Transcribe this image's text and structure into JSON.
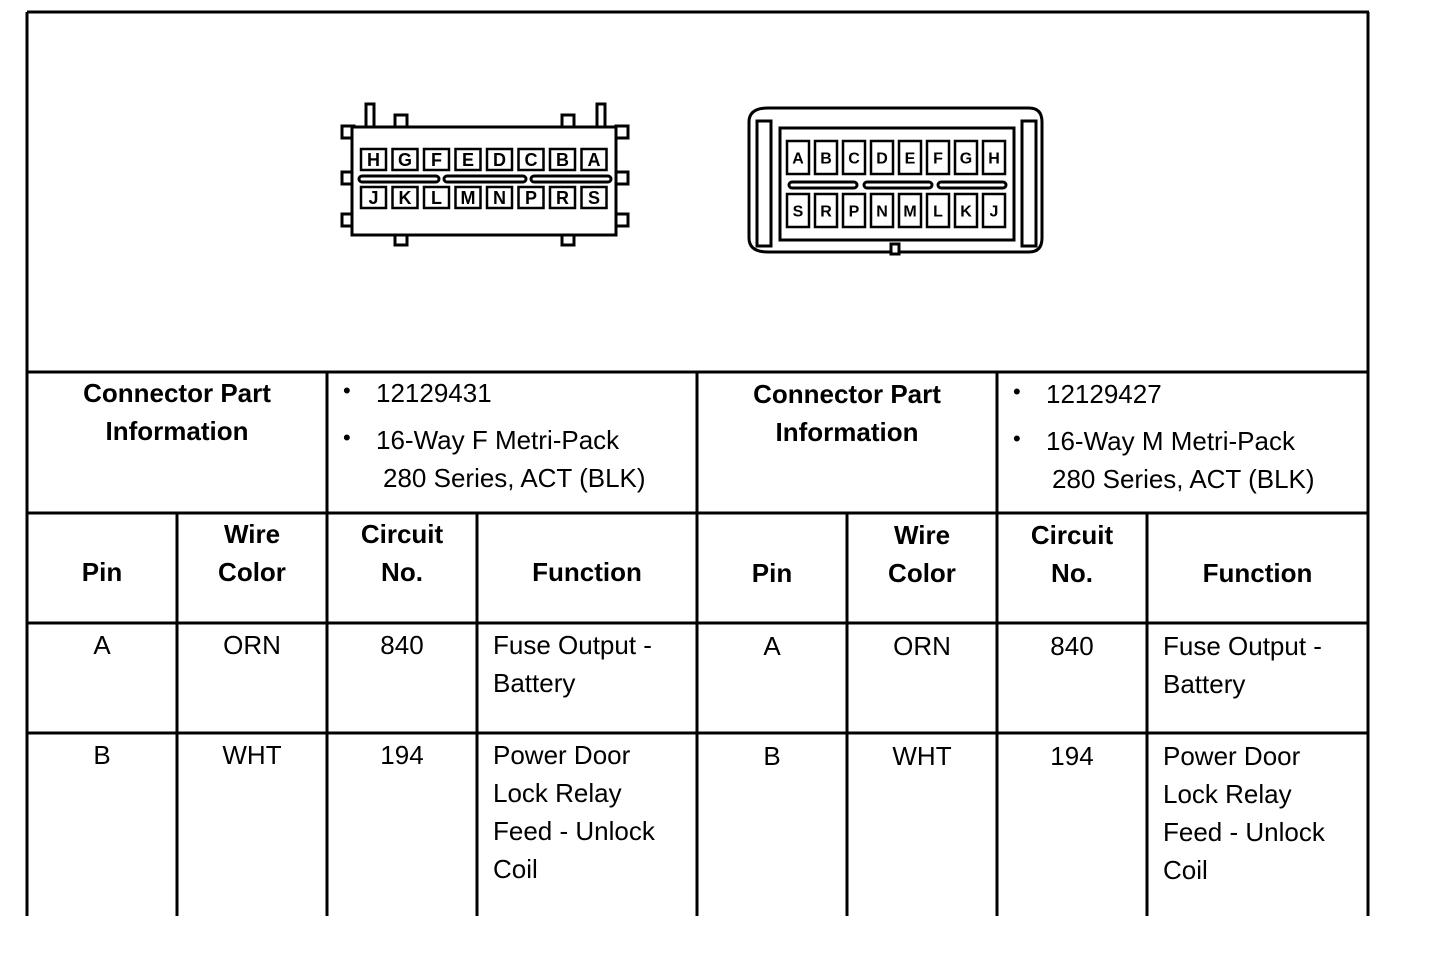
{
  "connectors": [
    {
      "pins_top": [
        "H",
        "G",
        "F",
        "E",
        "D",
        "C",
        "B",
        "A"
      ],
      "pins_bottom": [
        "J",
        "K",
        "L",
        "M",
        "N",
        "P",
        "R",
        "S"
      ],
      "info_label": [
        "Connector Part",
        "Information"
      ],
      "part_number": "12129431",
      "description": [
        "16-Way F Metri-Pack",
        "280 Series, ACT (BLK)"
      ],
      "columns": {
        "pin": "Pin",
        "wire_color": [
          "Wire",
          "Color"
        ],
        "circuit": [
          "Circuit",
          "No."
        ],
        "function": "Function"
      },
      "rows": [
        {
          "pin": "A",
          "wire_color": "ORN",
          "circuit": "840",
          "function": [
            "Fuse Output -",
            "Battery"
          ]
        },
        {
          "pin": "B",
          "wire_color": "WHT",
          "circuit": "194",
          "function": [
            "Power Door",
            "Lock Relay",
            "Feed - Unlock",
            "Coil"
          ]
        }
      ]
    },
    {
      "pins_top": [
        "A",
        "B",
        "C",
        "D",
        "E",
        "F",
        "G",
        "H"
      ],
      "pins_bottom": [
        "S",
        "R",
        "P",
        "N",
        "M",
        "L",
        "K",
        "J"
      ],
      "info_label": [
        "Connector Part",
        "Information"
      ],
      "part_number": "12129427",
      "description": [
        "16-Way M Metri-Pack",
        "280 Series, ACT (BLK)"
      ],
      "columns": {
        "pin": "Pin",
        "wire_color": [
          "Wire",
          "Color"
        ],
        "circuit": [
          "Circuit",
          "No."
        ],
        "function": "Function"
      },
      "rows": [
        {
          "pin": "A",
          "wire_color": "ORN",
          "circuit": "840",
          "function": [
            "Fuse Output -",
            "Battery"
          ]
        },
        {
          "pin": "B",
          "wire_color": "WHT",
          "circuit": "194",
          "function": [
            "Power Door",
            "Lock Relay",
            "Feed - Unlock",
            "Coil"
          ]
        }
      ]
    }
  ]
}
